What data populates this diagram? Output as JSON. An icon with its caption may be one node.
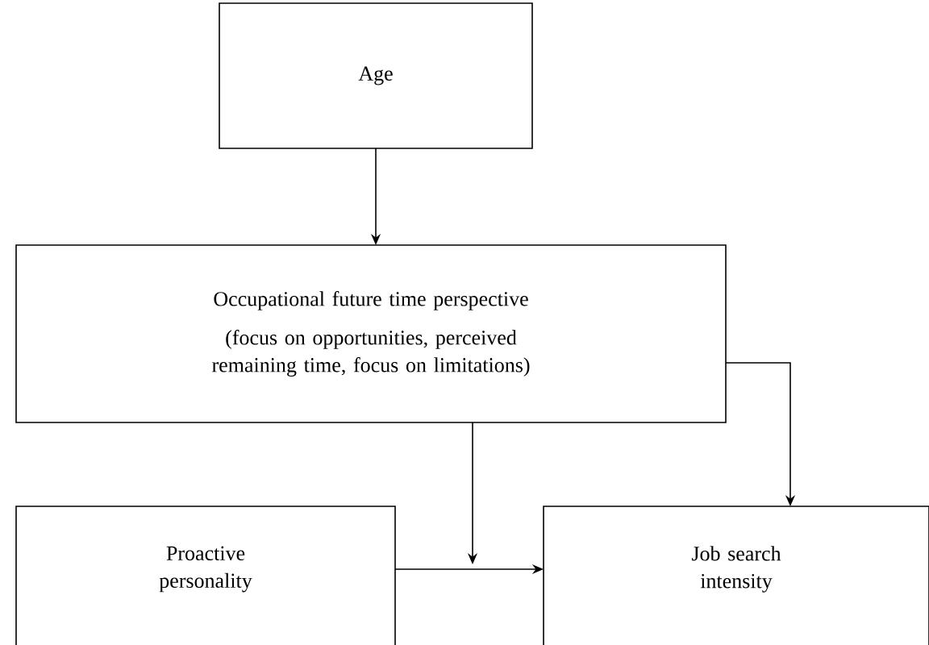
{
  "diagram": {
    "nodes": [
      {
        "text": [
          "Age"
        ]
      },
      {
        "text": [
          "Occupational future time perspective",
          "(focus on opportunities, perceived remaining time, focus on limitations)"
        ]
      },
      {
        "text": [
          "Proactive personality"
        ]
      },
      {
        "text": [
          "Job search intensity"
        ]
      }
    ],
    "edges": [
      {
        "from": 0,
        "to": 1,
        "arrow": "to"
      },
      {
        "from": 1,
        "to": 3,
        "arrow": "to"
      },
      {
        "from": 2,
        "to": 3,
        "arrow": "to"
      },
      {
        "from": 1,
        "to": null,
        "arrow": "to"
      }
    ]
  }
}
